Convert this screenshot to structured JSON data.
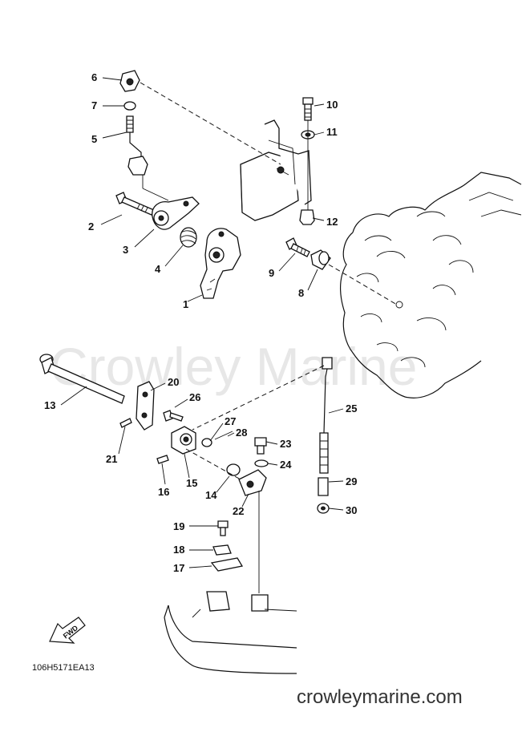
{
  "watermark": "Crowley Marine",
  "part_code": "106H5171EA13",
  "site_footer": "crowleymarine.com",
  "fwd_label": "FWD",
  "callouts": [
    "1",
    "2",
    "3",
    "4",
    "5",
    "6",
    "7",
    "8",
    "9",
    "10",
    "11",
    "12",
    "13",
    "14",
    "15",
    "16",
    "17",
    "18",
    "19",
    "20",
    "21",
    "22",
    "23",
    "24",
    "25",
    "26",
    "27",
    "28",
    "29",
    "30"
  ]
}
